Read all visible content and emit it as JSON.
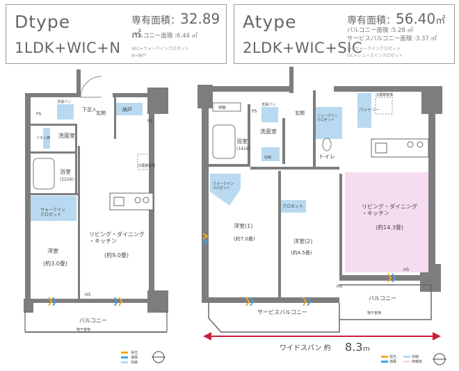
{
  "left": {
    "type": "Dtype",
    "layout": "1LDK+WIC+N",
    "area_label": "専有面積：",
    "area_value": "32.89",
    "area_unit": "㎡",
    "balcony": "バルコニー面積 :6.44 ㎡",
    "legend_note1": "WIC=ウォークインクロゼット",
    "legend_note2": "N=納戸",
    "rooms": {
      "shitsu": "下足入",
      "genkan": "玄関",
      "nando": "納戸",
      "ps1": "PS",
      "ps2": "PS",
      "sentaku": "洗濯パン",
      "senmen": "洗面室",
      "linen": "リネン庫",
      "yoku": "浴室",
      "yoku_size": "(1216)",
      "reizo": "冷蔵庫置場",
      "wic": "ウォークイン\nクロゼット",
      "yoshitsu": "洋室",
      "yoshitsu_size": "(約3.0畳)",
      "ldk": "リビング・ダイニング\n・キッチン",
      "ldk_size": "(約9.0畳)",
      "hs": "HS",
      "balcony": "バルコニー",
      "okite": "物干金物"
    },
    "legend": [
      "採光",
      "通風",
      "収納"
    ]
  },
  "right": {
    "type": "Atype",
    "layout": "2LDK+WIC+SIC",
    "area_label": "専有面積：",
    "area_value": "56.40",
    "area_unit": "㎡",
    "balcony": "バルコニー面積 :5.28 ㎡",
    "service_balcony": "サービスバルコニー面積 :3.37 ㎡",
    "legend_note1": "W=ウォークインクロゼット",
    "legend_note2": "SIC=シューズインクロゼット",
    "rooms": {
      "mb": "MB",
      "ps": "PS",
      "sentaku": "洗濯パン",
      "genkan": "玄関",
      "sic": "シューズイン\nクロゼット",
      "pantry": "パントリー",
      "reizo": "冷蔵庫置場",
      "yoku": "浴室",
      "yoku_size": "(1416)",
      "senmen": "洗面室",
      "linen": "収納",
      "toilet": "トイレ",
      "wic": "ウォークイン\nクロゼット",
      "closet": "クロゼット",
      "r1": "洋室(1)",
      "r1_size": "(約7.0畳)",
      "r2": "洋室(2)",
      "r2_size": "(約4.5畳)",
      "ldk": "リビング・ダイニング\n・キッチン",
      "ldk_size": "(約14.3畳)",
      "hs1": "HS",
      "hs2": "HS",
      "balcony": "バルコニー",
      "okite": "物干金物",
      "service_balcony": "サービスバルコニー",
      "wide_span_label": "ワイドスパン 約",
      "wide_span_value": "8.3",
      "wide_span_unit": "m"
    },
    "legend": [
      "採光",
      "通風",
      "収納",
      "床暖房"
    ]
  },
  "colors": {
    "wall": "#7d7d7d",
    "storage": "#b8d9ef",
    "floor_heating": "#f6dcef",
    "arrow": "#cc1e3c",
    "light": "#f3a91e",
    "air": "#3aa3dc"
  }
}
